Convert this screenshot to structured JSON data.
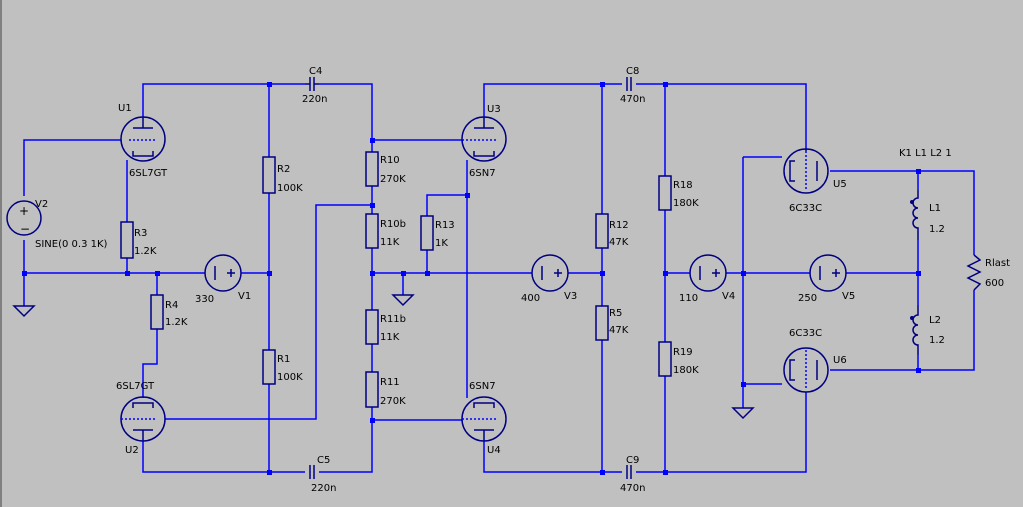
{
  "tubes": {
    "u1": {
      "ref": "U1",
      "model": "6SL7GT"
    },
    "u2": {
      "ref": "U2",
      "model": "6SL7GT"
    },
    "u3": {
      "ref": "U3",
      "model": "6SN7"
    },
    "u4": {
      "ref": "U4",
      "model": "6SN7"
    },
    "u5": {
      "ref": "U5",
      "model": "6C33C"
    },
    "u6": {
      "ref": "U6",
      "model": "6C33C"
    }
  },
  "resistors": {
    "r1": {
      "ref": "R1",
      "value": "100K"
    },
    "r2": {
      "ref": "R2",
      "value": "100K"
    },
    "r3": {
      "ref": "R3",
      "value": "1.2K"
    },
    "r4": {
      "ref": "R4",
      "value": "1.2K"
    },
    "r5": {
      "ref": "R5",
      "value": "47K"
    },
    "r10": {
      "ref": "R10",
      "value": "270K"
    },
    "r10b": {
      "ref": "R10b",
      "value": "11K"
    },
    "r11": {
      "ref": "R11",
      "value": "270K"
    },
    "r11b": {
      "ref": "R11b",
      "value": "11K"
    },
    "r12": {
      "ref": "R12",
      "value": "47K"
    },
    "r13": {
      "ref": "R13",
      "value": "1K"
    },
    "r18": {
      "ref": "R18",
      "value": "180K"
    },
    "r19": {
      "ref": "R19",
      "value": "180K"
    },
    "rlast": {
      "ref": "Rlast",
      "value": "600"
    }
  },
  "capacitors": {
    "c4": {
      "ref": "C4",
      "value": "220n"
    },
    "c5": {
      "ref": "C5",
      "value": "220n"
    },
    "c8": {
      "ref": "C8",
      "value": "470n"
    },
    "c9": {
      "ref": "C9",
      "value": "470n"
    }
  },
  "inductors": {
    "l1": {
      "ref": "L1",
      "value": "1.2"
    },
    "l2": {
      "ref": "L2",
      "value": "1.2"
    }
  },
  "sources": {
    "v1": {
      "ref": "V1",
      "value": "330"
    },
    "v2": {
      "ref": "V2",
      "value": "SINE(0 0.3 1K)"
    },
    "v3": {
      "ref": "V3",
      "value": "400"
    },
    "v4": {
      "ref": "V4",
      "value": "110"
    },
    "v5": {
      "ref": "V5",
      "value": "250"
    }
  },
  "directive": "K1 L1 L2 1",
  "colors": {
    "background": "#c0c0c0",
    "wire": "#0000ff",
    "component": "#000080",
    "text": "#000000"
  }
}
